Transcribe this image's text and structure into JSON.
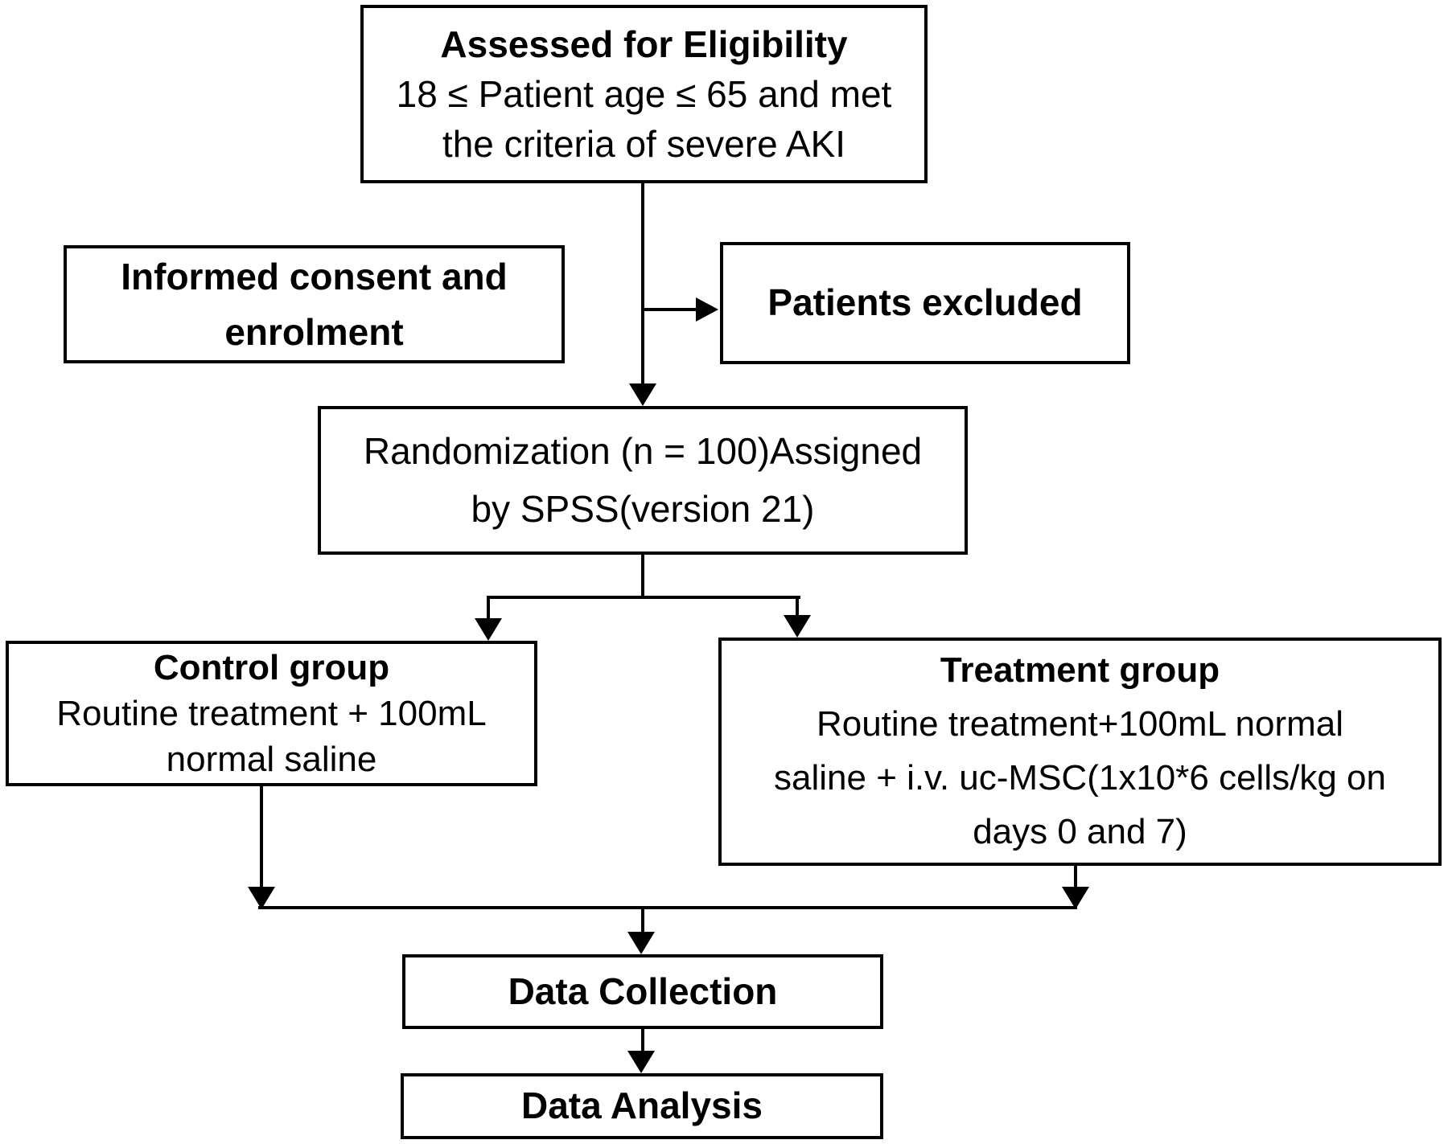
{
  "colors": {
    "ink": "#000000",
    "background": "#ffffff"
  },
  "flowchart": {
    "assessed": {
      "title": "Assessed for Eligibility",
      "line1": "18 ≤ Patient age ≤ 65 and met",
      "line2": "the criteria of severe AKI"
    },
    "informed": {
      "line1": "Informed consent and",
      "line2": "enrolment"
    },
    "excluded": {
      "title": "Patients excluded"
    },
    "randomization": {
      "line1": "Randomization (n = 100)Assigned",
      "line2": "by SPSS(version 21)"
    },
    "control": {
      "title": "Control group",
      "line1": "Routine treatment + 100mL",
      "line2": "normal saline"
    },
    "treatment": {
      "title": "Treatment group",
      "line1": "Routine treatment+100mL normal",
      "line2": "saline + i.v. uc-MSC(1x10*6 cells/kg on",
      "line3": "days 0 and 7)"
    },
    "data_collection": {
      "title": "Data Collection"
    },
    "data_analysis": {
      "title": "Data Analysis"
    }
  }
}
